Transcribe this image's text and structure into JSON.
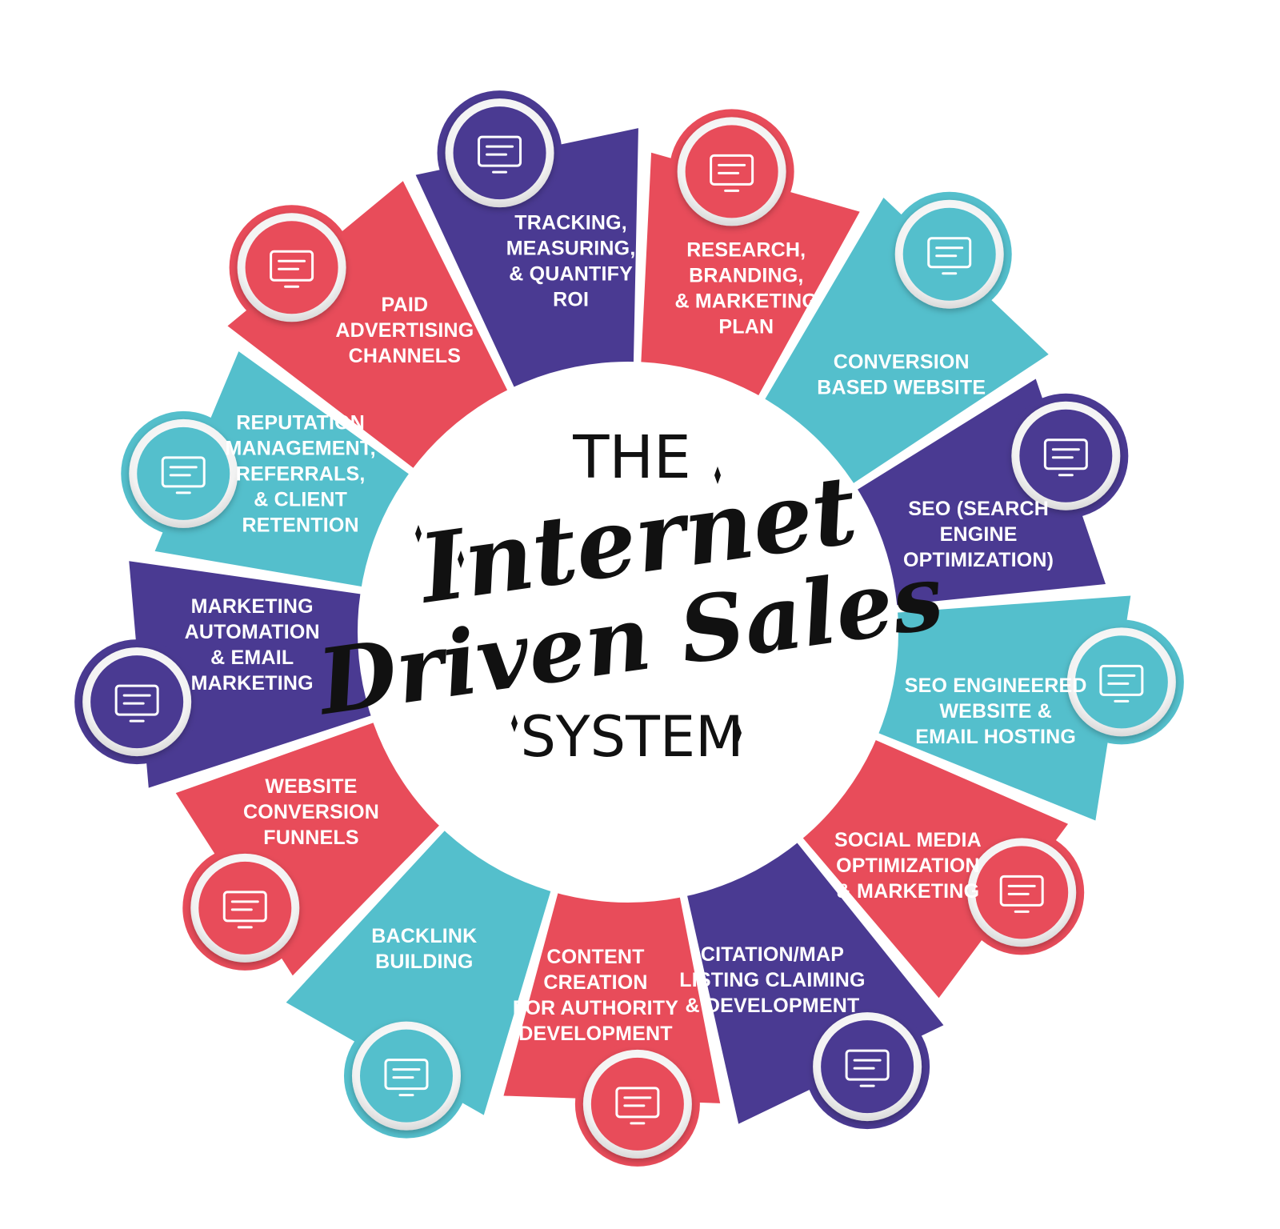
{
  "center": {
    "line1": "THE",
    "line2": "Internet",
    "line3": "Driven Sales",
    "line4": "SYSTEM"
  },
  "colors": {
    "red": "#E84C5A",
    "purple": "#4A3A92",
    "teal": "#54BFCC",
    "ring_white": "#ffffff"
  },
  "segments": [
    {
      "id": "tracking",
      "color": "purple",
      "icon": "route-map-pin-icon",
      "lines": [
        "TRACKING,",
        "MEASURING,",
        "& QUANTIFY",
        "ROI"
      ]
    },
    {
      "id": "research",
      "color": "red",
      "icon": "research-magnifier-people-icon",
      "lines": [
        "RESEARCH,",
        "BRANDING,",
        "& MARKETING",
        "PLAN"
      ]
    },
    {
      "id": "conversion-website",
      "color": "teal",
      "icon": "website-funnel-icon",
      "lines": [
        "CONVERSION",
        "BASED WEBSITE"
      ]
    },
    {
      "id": "seo",
      "color": "purple",
      "icon": "seo-gear-magnifier-icon",
      "lines": [
        "SEO (SEARCH",
        "ENGINE",
        "OPTIMIZATION)"
      ]
    },
    {
      "id": "hosting",
      "color": "teal",
      "icon": "server-email-icon",
      "lines": [
        "SEO ENGINEERED",
        "WEBSITE &",
        "EMAIL HOSTING"
      ]
    },
    {
      "id": "social",
      "color": "red",
      "icon": "social-network-icon",
      "lines": [
        "SOCIAL MEDIA",
        "OPTIMIZATION",
        "& MARKETING"
      ]
    },
    {
      "id": "citation",
      "color": "purple",
      "icon": "folded-map-icon",
      "lines": [
        "CITATION/MAP",
        "LISTING CLAIMING",
        "& DEVELOPMENT"
      ]
    },
    {
      "id": "content",
      "color": "red",
      "icon": "content-media-icon",
      "lines": [
        "CONTENT",
        "CREATION",
        "FOR AUTHORITY",
        "DEVELOPMENT"
      ]
    },
    {
      "id": "backlink",
      "color": "teal",
      "icon": "chain-link-icon",
      "lines": [
        "BACKLINK",
        "BUILDING"
      ]
    },
    {
      "id": "funnels",
      "color": "red",
      "icon": "megaphone-funnel-icon",
      "lines": [
        "WEBSITE",
        "CONVERSION",
        "FUNNELS"
      ]
    },
    {
      "id": "automation",
      "color": "purple",
      "icon": "monitor-analytics-icon",
      "lines": [
        "MARKETING",
        "AUTOMATION",
        "& EMAIL",
        "MARKETING"
      ]
    },
    {
      "id": "reputation",
      "color": "teal",
      "icon": "browser-trophy-star-icon",
      "lines": [
        "REPUTATION",
        "MANAGEMENT,",
        "REFERRALS,",
        "& CLIENT",
        "RETENTION"
      ]
    },
    {
      "id": "paid-ads",
      "color": "red",
      "icon": "monitor-dollar-play-icon",
      "lines": [
        "PAID",
        "ADVERTISING",
        "CHANNELS"
      ]
    }
  ]
}
